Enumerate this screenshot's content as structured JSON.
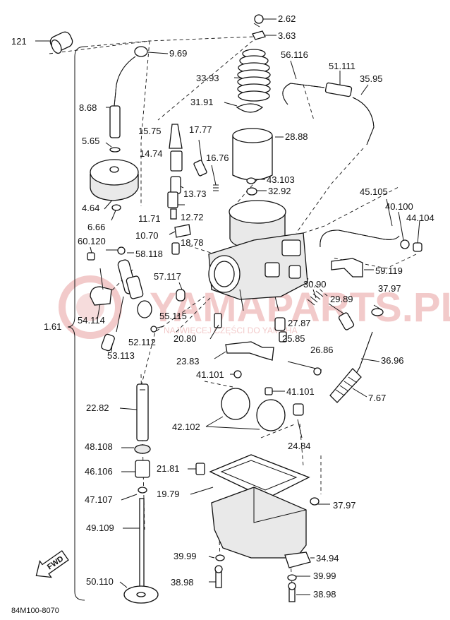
{
  "labels": {
    "l121": "121",
    "l262": "2.62",
    "l363": "3.63",
    "l969": "9.69",
    "l56116": "56.116",
    "l51111": "51.111",
    "l3595": "35.95",
    "l3393": "33.93",
    "l868": "8.68",
    "l3191": "31.91",
    "l1575": "15.75",
    "l1777": "17.77",
    "l2888": "28.88",
    "l565": "5.65",
    "l1474": "14.74",
    "l1676": "16.76",
    "l43103": "43.103",
    "l1373": "13.73",
    "l3292": "32.92",
    "l45105": "45.105",
    "l40100": "40.100",
    "l44104": "44.104",
    "l464": "4.64",
    "l666": "6.66",
    "l1171": "11.71",
    "l1272": "12.72",
    "l1070": "10.70",
    "l60120": "60.120",
    "l1878": "18.78",
    "l58118": "58.118",
    "l59119": "59.119",
    "l57117": "57.117",
    "l3090": "30.90",
    "l3797a": "37.97",
    "l54114": "54.114",
    "l2989": "29.89",
    "l55115": "55.115",
    "l161": "1.61",
    "l2787": "27.87",
    "l52112": "52.112",
    "l2080": "20.80",
    "l2585": "25.85",
    "l53113": "53.113",
    "l2686": "26.86",
    "l3696": "36.96",
    "l2383": "23.83",
    "l41101a": "41.101",
    "l41101b": "41.101",
    "l767": "7.67",
    "l2282": "22.82",
    "l42102": "42.102",
    "l2484": "24.84",
    "l48108": "48.108",
    "l46106": "46.106",
    "l2181": "21.81",
    "l1979": "19.79",
    "l47107": "47.107",
    "l3797b": "37.97",
    "l49109": "49.109",
    "l3999a": "39.99",
    "l3494": "34.94",
    "l3999b": "39.99",
    "l50110": "50.110",
    "l3898a": "38.98",
    "l3898b": "38.98"
  },
  "drawing_code": "84M100-8070",
  "fwd_label": "FWD",
  "watermark": {
    "title": "YAMAPARTS.PL",
    "subtitle": "NAJWIĘCEJ CZĘŚCI DO YAMAHA"
  }
}
